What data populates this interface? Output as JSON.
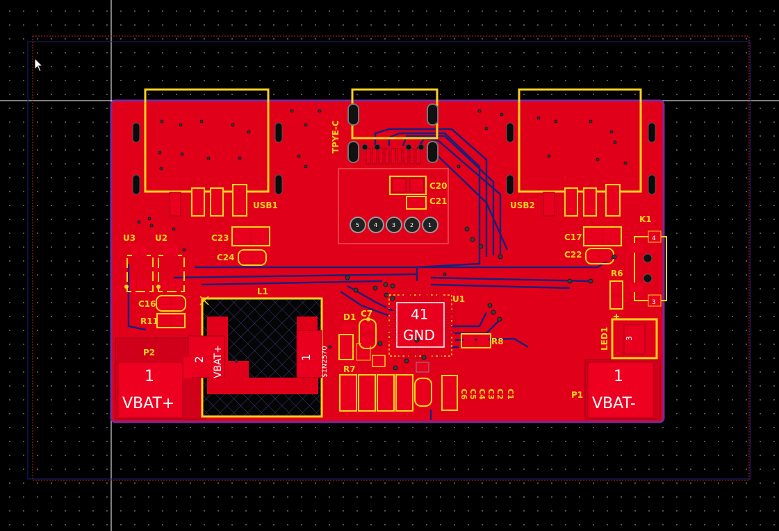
{
  "board": {
    "colors": {
      "copper": "#e1001a",
      "copper_dark": "#b30015",
      "outline": "#7a2a9a",
      "silkscreen": "#ffd21e",
      "keepout": "#c0202a",
      "track_bottom": "#1b1f7a",
      "cursor_line": "#ffffff"
    }
  },
  "connectors": {
    "usb1": "USB1",
    "usb2": "USB2",
    "typec": "TPYE-C"
  },
  "components": {
    "u1": "U1",
    "u2": "U2",
    "u3": "U3",
    "l1": "L1",
    "d1": "D1",
    "k1": "K1",
    "led1": "LED1",
    "c1": "C1",
    "c2": "C2",
    "c3": "C3",
    "c4": "C4",
    "c5": "C5",
    "c6": "C6",
    "c7": "C7",
    "c16": "C16",
    "c17": "C17",
    "c20": "C20",
    "c21": "C21",
    "c22": "C22",
    "c23": "C23",
    "c24": "C24",
    "r6": "R6",
    "r7": "R7",
    "r8": "R8",
    "r11": "R11",
    "p1": "P1",
    "p2": "P2"
  },
  "pads": {
    "u1_pad_number": "41",
    "u1_pad_net": "GND",
    "p2_pad_number": "1",
    "p2_pad_net": "VBAT+",
    "p1_pad_number": "1",
    "p1_pad_net": "VBAT-",
    "l1_pad2_number": "2",
    "l1_pad2_net": "VBAT+",
    "l1_pad1_number": "1",
    "l1_pad1_net": "$1N2570",
    "k1_pin4": "4",
    "k1_pin3": "3",
    "led1_pin": "3",
    "header_pins": [
      "5",
      "4",
      "3",
      "2",
      "1"
    ]
  },
  "icons": {
    "cursor": "mouse-pointer-icon"
  }
}
